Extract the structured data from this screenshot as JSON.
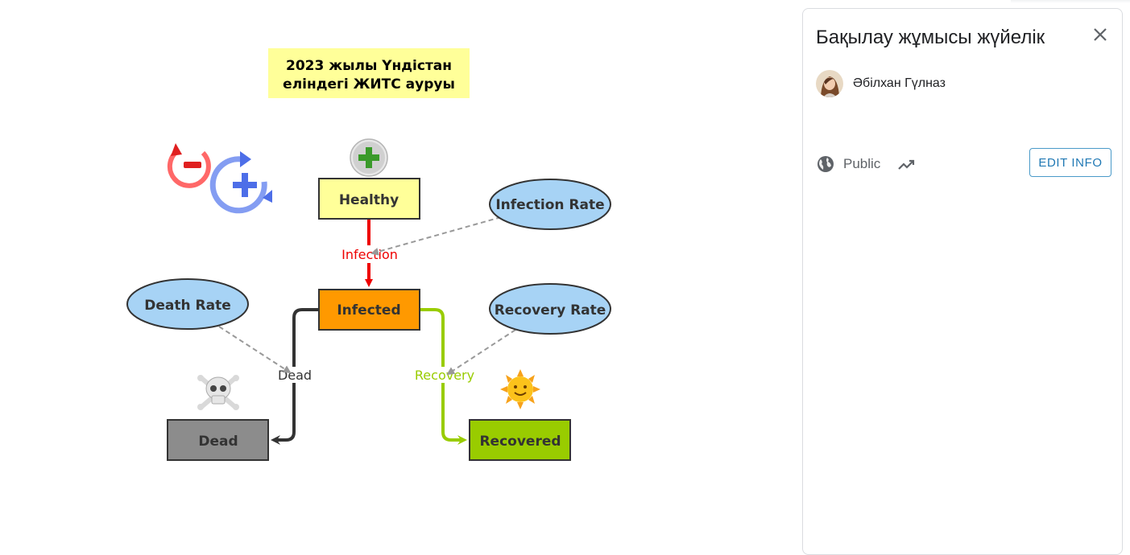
{
  "diagram": {
    "title_line1": "2023 жылы Үндістан",
    "title_line2": "еліндегі ЖИТС ауруы",
    "stocks": {
      "healthy": "Healthy",
      "infected": "Infected",
      "dead": "Dead",
      "recovered": "Recovered"
    },
    "variables": {
      "infection_rate": "Infection Rate",
      "death_rate": "Death Rate",
      "recovery_rate": "Recovery Rate"
    },
    "flows": {
      "infection": "Infection",
      "dead": "Dead",
      "recovery": "Recovery"
    },
    "colors": {
      "healthy": "#ffff99",
      "infected": "#ff9900",
      "dead": "#8c8c8c",
      "recovered": "#99cc00",
      "variable": "#a7d3f5",
      "title_bg": "#ffff99",
      "infection_flow": "#ee0000",
      "dead_flow": "#333333",
      "recovery_flow": "#99cc00"
    },
    "icons": [
      "loop-minus-icon",
      "loop-plus-icon",
      "plus-icon",
      "skull-icon",
      "sun-icon"
    ]
  },
  "panel": {
    "title": "Бақылау жұмысы жүйелік",
    "author": "Әбілхан Гүлназ",
    "visibility": "Public",
    "edit_button": "EDIT INFO"
  }
}
